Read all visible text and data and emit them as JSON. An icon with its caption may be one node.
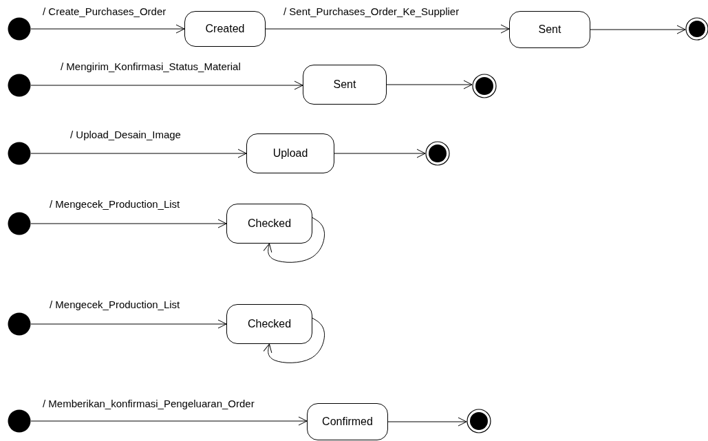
{
  "diagram": {
    "nodes": [
      {
        "text": [],
        "shape": "circle"
      },
      {
        "text": [
          "Created"
        ]
      },
      {
        "text": [
          "Sent"
        ]
      },
      {
        "text": [],
        "shape": "bullseye"
      },
      {
        "text": [],
        "shape": "circle"
      },
      {
        "text": [
          "Sent"
        ]
      },
      {
        "text": [],
        "shape": "bullseye"
      },
      {
        "text": [],
        "shape": "circle"
      },
      {
        "text": [
          "Upload"
        ]
      },
      {
        "text": [],
        "shape": "bullseye"
      },
      {
        "text": [],
        "shape": "circle"
      },
      {
        "text": [
          "Checked"
        ]
      },
      {
        "text": [],
        "shape": "circle"
      },
      {
        "text": [
          "Checked"
        ]
      },
      {
        "text": [],
        "shape": "circle"
      },
      {
        "text": [
          "Confirmed"
        ]
      },
      {
        "text": [],
        "shape": "bullseye"
      }
    ],
    "edges": [
      {
        "from": 0,
        "to": 1,
        "arrow": "to",
        "label": "/ Create_Purchases_Order"
      },
      {
        "from": 1,
        "to": 2,
        "arrow": "to",
        "label": "/ Sent_Purchases_Order_Ke_Supplier"
      },
      {
        "from": 2,
        "to": 3,
        "arrow": "to"
      },
      {
        "from": 4,
        "to": 5,
        "arrow": "to",
        "label": "/ Mengirim_Konfirmasi_Status_Material"
      },
      {
        "from": 5,
        "to": 6,
        "arrow": "to"
      },
      {
        "from": 7,
        "to": 8,
        "arrow": "to",
        "label": "/ Upload_Desain_Image"
      },
      {
        "from": 8,
        "to": 9,
        "arrow": "to"
      },
      {
        "from": 10,
        "to": 11,
        "arrow": "to",
        "label": "/ Mengecek_Production_List"
      },
      {
        "from": 11,
        "to": 11,
        "arrow": "to"
      },
      {
        "from": 12,
        "to": 13,
        "arrow": "to",
        "label": "/ Mengecek_Production_List"
      },
      {
        "from": 13,
        "to": 13,
        "arrow": "to"
      },
      {
        "from": 14,
        "to": 15,
        "arrow": "to",
        "label": "/ Memberikan_konfirmasi_Pengeluaran_Order"
      },
      {
        "from": 15,
        "to": 16,
        "arrow": "to"
      }
    ]
  }
}
